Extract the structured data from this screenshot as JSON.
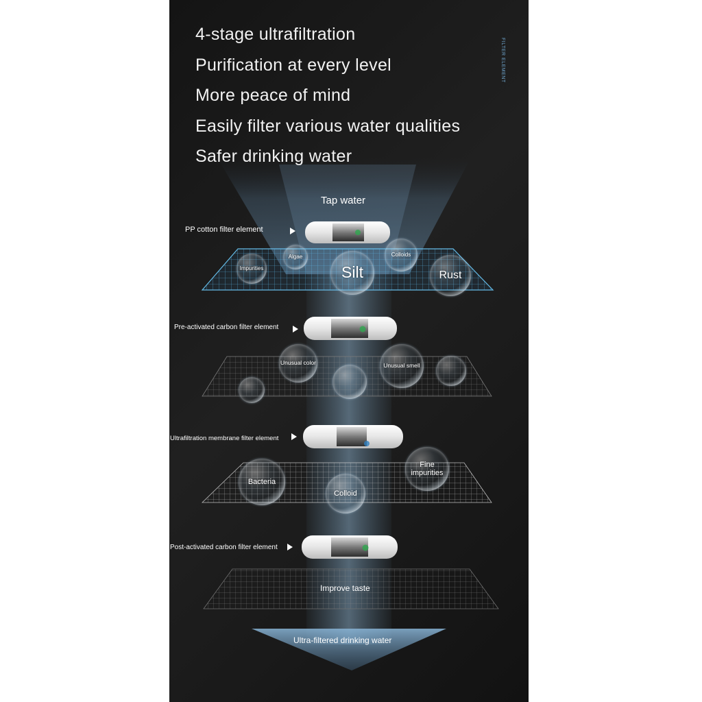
{
  "headline": [
    "4-stage ultrafiltration",
    "Purification at every level",
    "More peace of mind",
    "Easily filter various water qualities",
    "Safer drinking water"
  ],
  "vertical_label": "FILTER ELEMENT",
  "tap_water": "Tap water",
  "stages": [
    {
      "name": "PP cotton filter element",
      "bubbles": [
        "Impurities",
        "Algae",
        "Silt",
        "Colloids",
        "Rust"
      ]
    },
    {
      "name": "Pre-activated carbon filter element",
      "bubbles": [
        "Unusual color",
        "Unusual smell"
      ]
    },
    {
      "name": "Ultrafiltration membrane filter element",
      "bubbles": [
        "Bacteria",
        "Colloid",
        "Fine impurities"
      ]
    },
    {
      "name": "Post-activated carbon filter element",
      "bubbles": []
    }
  ],
  "improve_taste": "Improve taste",
  "output_label": "Ultra-filtered drinking water",
  "colors": {
    "background": "#1a1a1a",
    "mesh_blue": "#4fb3e6",
    "mesh_grey": "#8a8a8a",
    "water_beam": "#6fa8d0",
    "text": "#ffffff"
  }
}
